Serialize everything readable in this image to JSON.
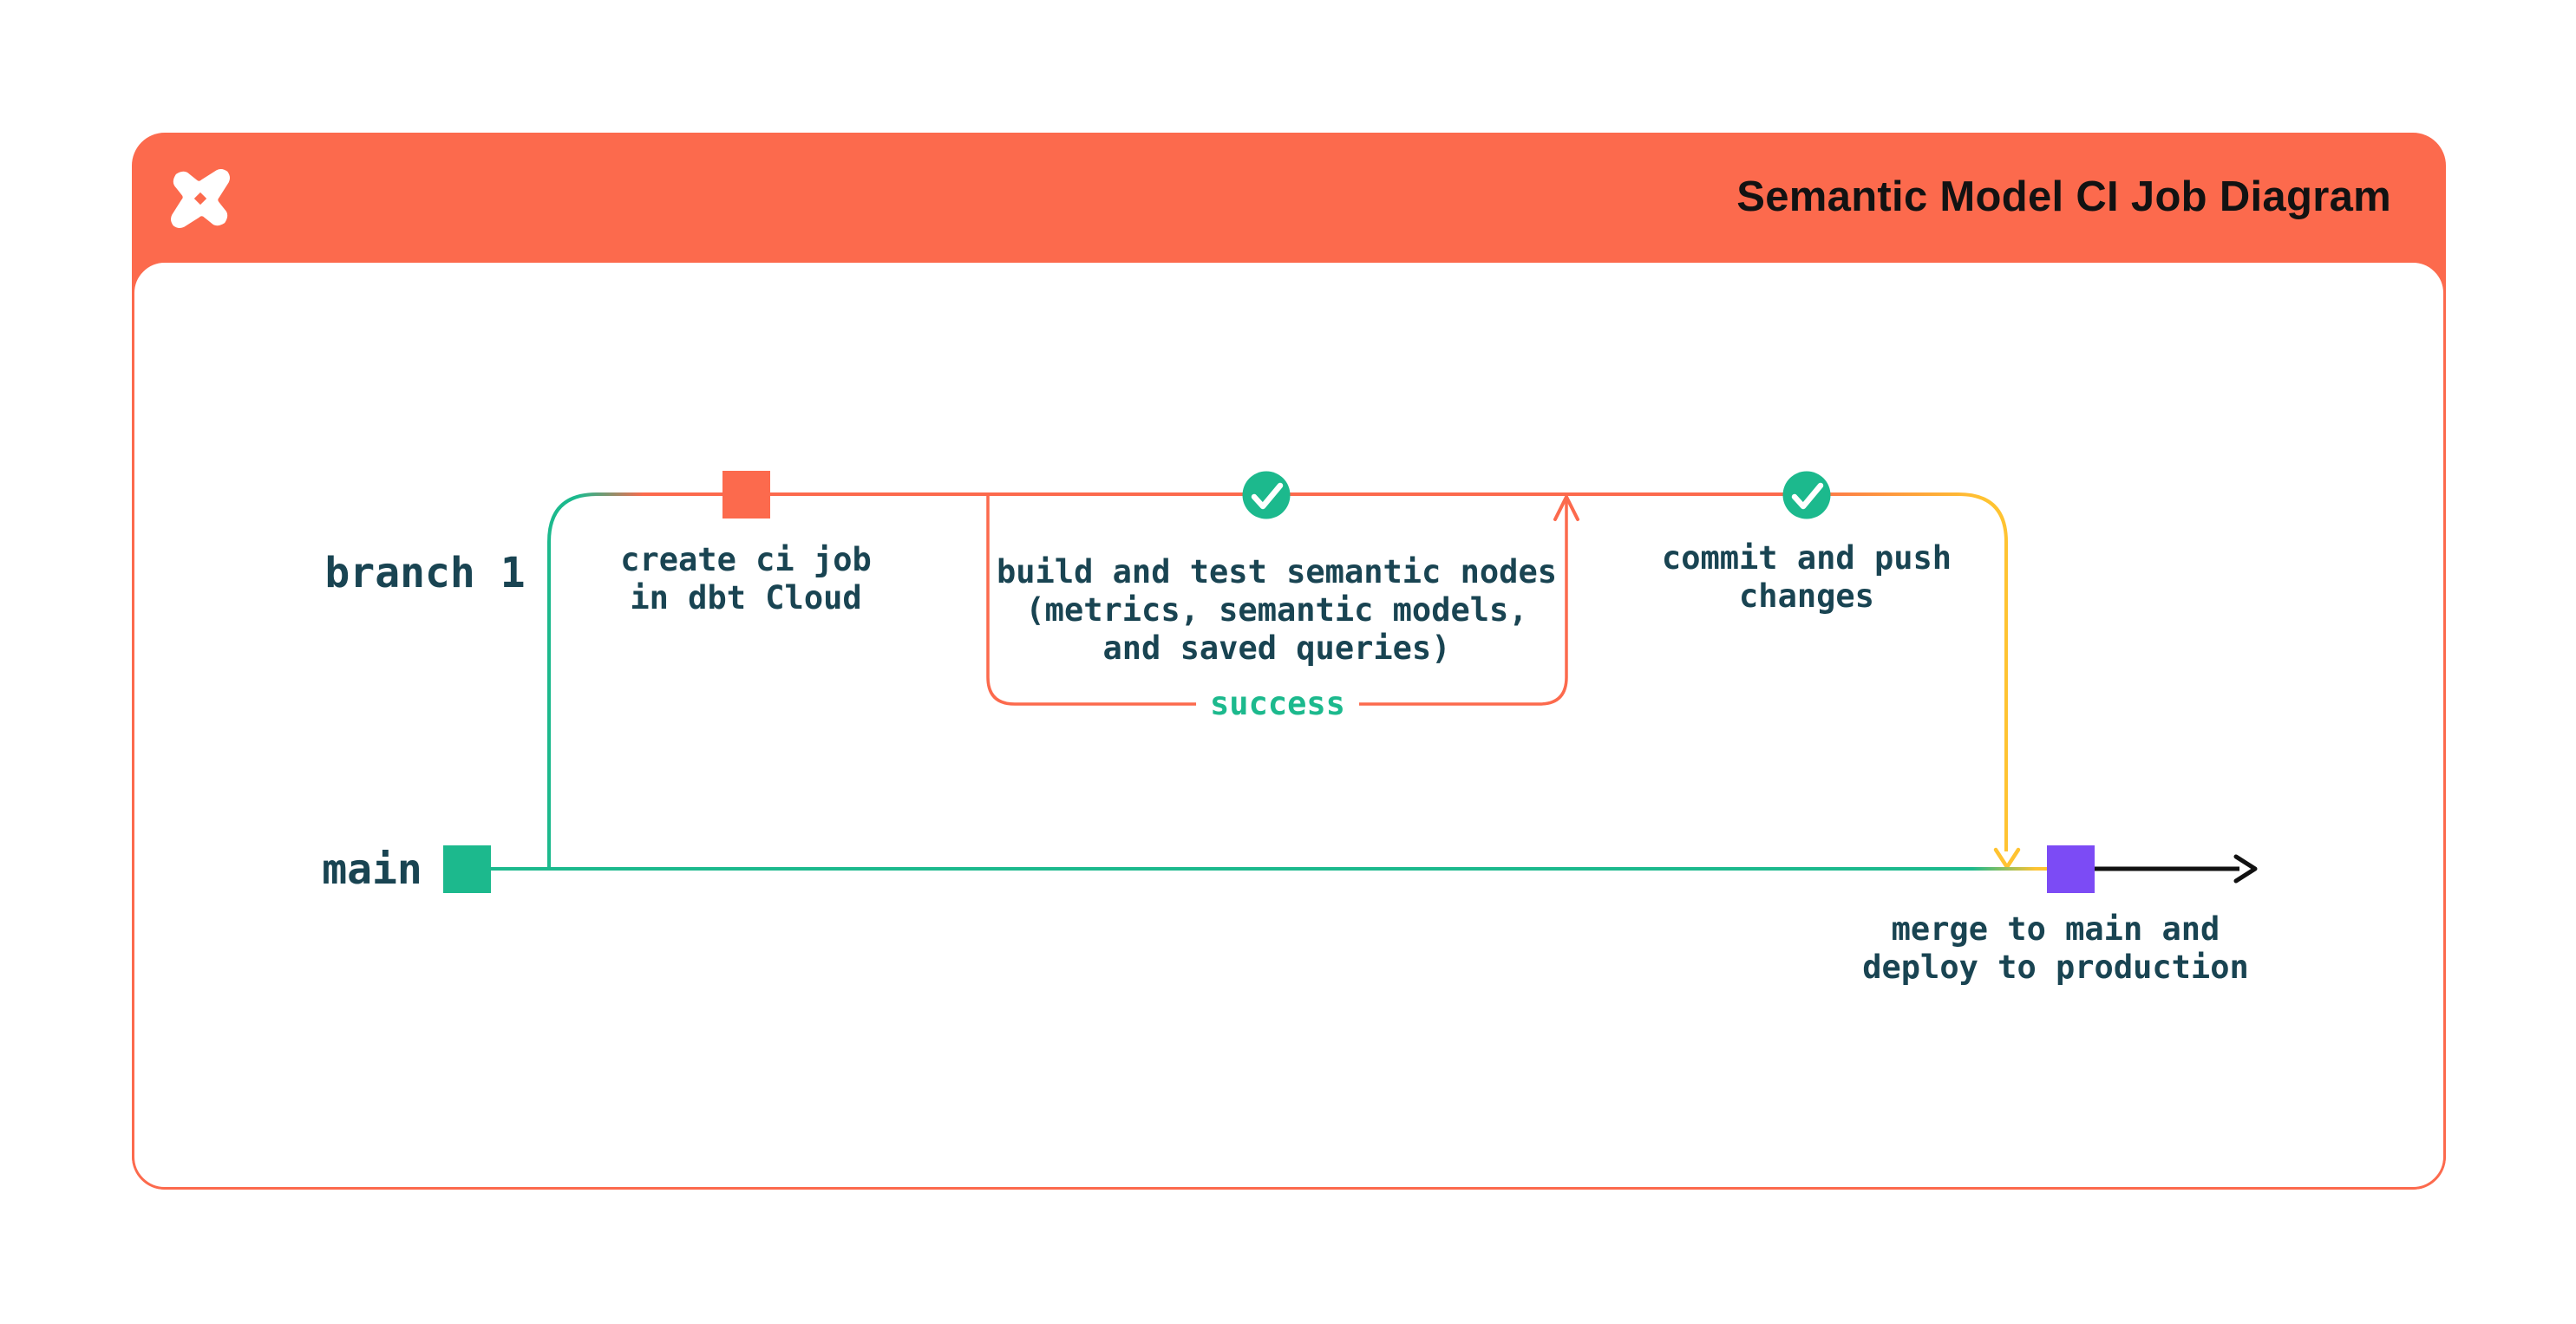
{
  "header": {
    "title": "Semantic Model CI Job Diagram",
    "logo": "dbt"
  },
  "lanes": {
    "branch": {
      "label": "branch 1"
    },
    "main": {
      "label": "main"
    }
  },
  "nodes": {
    "create_ci": {
      "type": "commit-square",
      "label": "create ci job\nin dbt Cloud"
    },
    "build_test": {
      "type": "check-circle",
      "label": "build and test semantic nodes\n(metrics, semantic models,\nand saved queries)"
    },
    "commit_push": {
      "type": "check-circle",
      "label": "commit and push\nchanges"
    },
    "merge": {
      "type": "commit-square",
      "label": "merge to main and\ndeploy to production"
    }
  },
  "loop": {
    "label": "success"
  },
  "colors": {
    "orange": "#FC6A4D",
    "green": "#1CB98D",
    "yellow": "#FFC331",
    "purple": "#7C4BF5",
    "navy": "#194452",
    "white": "#FFFFFF",
    "arrow_black": "#111111",
    "title_text": "#121212",
    "card_bg": "#FFFFFF",
    "page_bg": "#FFFFFF"
  }
}
